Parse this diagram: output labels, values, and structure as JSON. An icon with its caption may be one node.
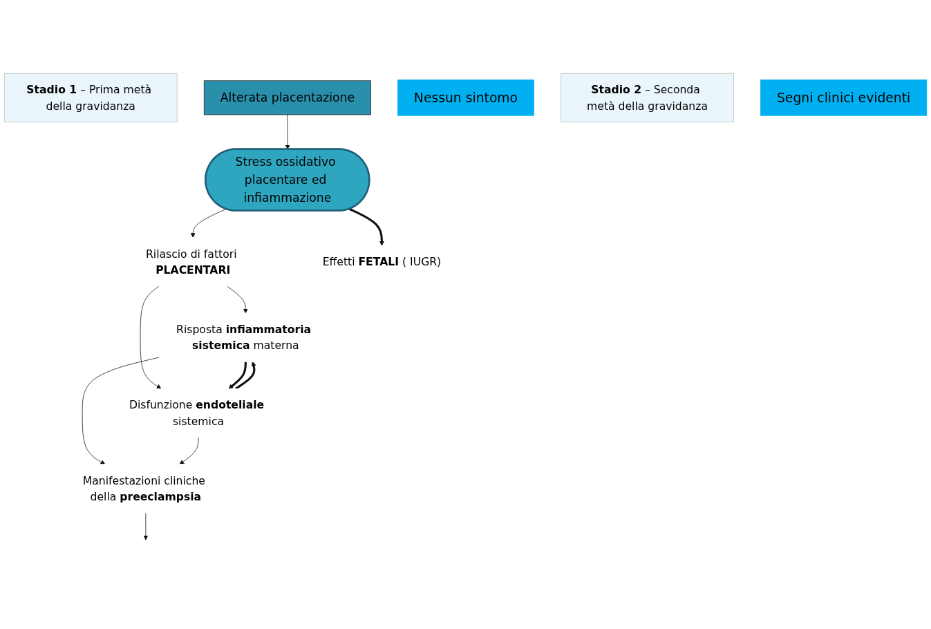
{
  "diagram": {
    "nodes": [
      {
        "text": [
          "**Stadio 1** – Prima metà della gravidanza"
        ]
      },
      {
        "text": [
          "Alterata placentazione"
        ]
      },
      {
        "text": [
          "Nessun sintomo"
        ]
      },
      {
        "text": [
          "**Stadio 2** – Seconda metà della gravidanza"
        ]
      },
      {
        "text": [
          "Stress ossidativo placentare ed infiammazione"
        ]
      },
      {
        "text": [
          "Segni clinici evidenti"
        ]
      },
      {
        "text": [
          "Rilascio di fattori **PLACENTARI**"
        ]
      },
      {
        "text": [
          "Effetti **FETALI** ( IUGR)"
        ]
      },
      {
        "text": [
          "Risposta **infiammatoria sistemica** materna"
        ]
      },
      {
        "text": [
          "Disfunzione **endoteliale** sistemica"
        ]
      },
      {
        "text": [
          "Manifestazioni cliniche della **preeclampsia**"
        ]
      }
    ],
    "edges": [
      {
        "from": 1,
        "to": 4,
        "arrow": "to"
      },
      {
        "from": 4,
        "to": 6,
        "arrow": "to"
      },
      {
        "from": 4,
        "to": 7,
        "arrow": "to",
        "style": "thick"
      },
      {
        "from": 6,
        "to": 8,
        "arrow": "to"
      },
      {
        "from": 6,
        "to": 9,
        "arrow": "to"
      },
      {
        "from": 8,
        "to": 9,
        "arrow": "to",
        "style": "thick"
      },
      {
        "from": 9,
        "to": 8,
        "arrow": "to",
        "style": "thick"
      },
      {
        "from": 8,
        "to": 10,
        "arrow": "to"
      },
      {
        "from": 9,
        "to": 10,
        "arrow": "to"
      },
      {
        "from": 10,
        "to": null,
        "arrow": "to"
      }
    ]
  }
}
